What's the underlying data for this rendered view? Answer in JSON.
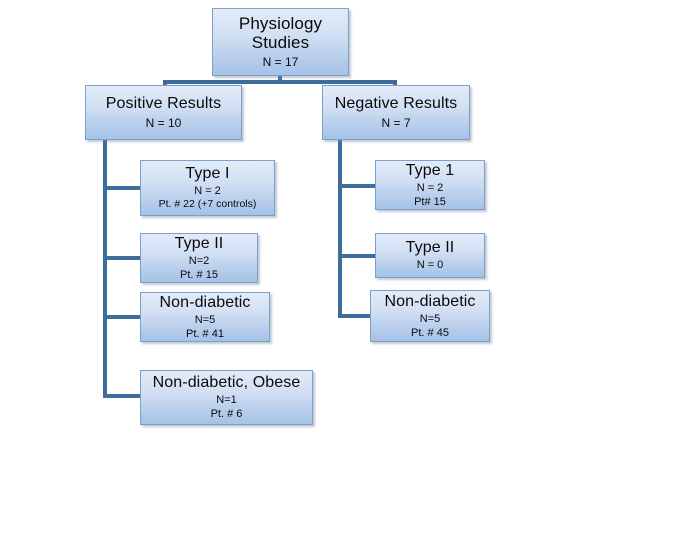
{
  "diagram": {
    "type": "flowchart",
    "title": "Physiology Studies enrollment flowchart",
    "colors": {
      "box_fill_top": "#e2ebf8",
      "box_fill_bottom": "#a5c2e7",
      "box_border": "#7ba0c9",
      "connector": "#3e6d99",
      "background": "#ffffff",
      "text": "#0a0a0a"
    },
    "nodes": {
      "root": {
        "title_line1": "Physiology",
        "title_line2": "Studies",
        "count": "N = 17"
      },
      "positive": {
        "title": "Positive Results",
        "count": "N = 10"
      },
      "negative": {
        "title": "Negative Results",
        "count": "N = 7"
      },
      "positive_children": [
        {
          "title": "Type I",
          "count": "N = 2",
          "detail": "Pt. # 22 (+7 controls)"
        },
        {
          "title": "Type II",
          "count": "N=2",
          "detail": "Pt. # 15"
        },
        {
          "title": "Non-diabetic",
          "count": "N=5",
          "detail": "Pt. # 41"
        },
        {
          "title": "Non-diabetic, Obese",
          "count": "N=1",
          "detail": "Pt. # 6"
        }
      ],
      "negative_children": [
        {
          "title": "Type 1",
          "count": "N = 2",
          "detail": "Pt# 15"
        },
        {
          "title": "Type II",
          "count": "N = 0",
          "detail": ""
        },
        {
          "title": "Non-diabetic",
          "count": "N=5",
          "detail": "Pt. # 45"
        }
      ]
    }
  }
}
